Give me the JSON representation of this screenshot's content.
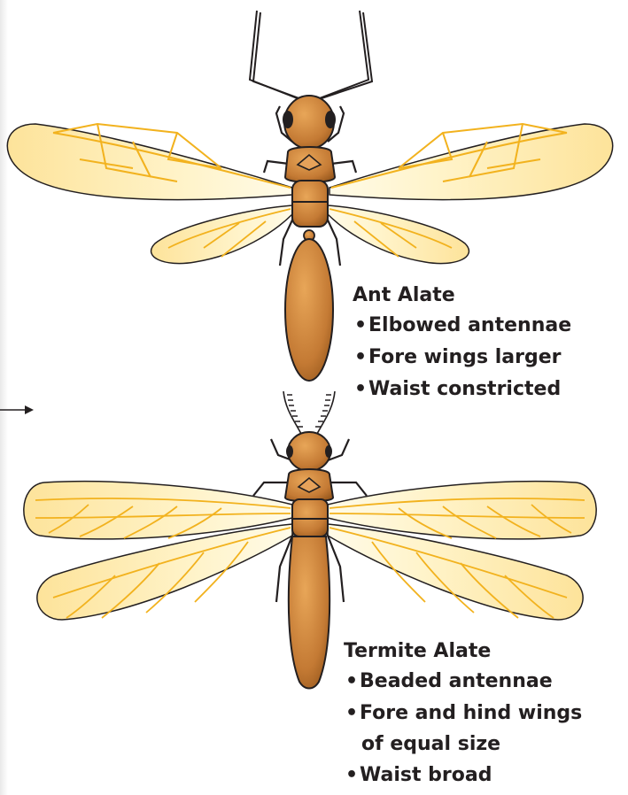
{
  "ant": {
    "title": "Ant Alate",
    "bullet": "•",
    "traits": [
      "Elbowed antennae",
      "Fore wings larger",
      "Waist constricted"
    ]
  },
  "termite": {
    "title": "Termite Alate",
    "bullet": "•",
    "traits": [
      "Beaded antennae",
      "Fore and hind wings",
      "Waist broad"
    ],
    "trait_continuation": "of equal size"
  },
  "colors": {
    "body": "#c8803a",
    "body_dark": "#8a4f18",
    "wing_fill": "#fde9a8",
    "wing_vein": "#f4b820",
    "outline": "#231f20",
    "text": "#231f20"
  }
}
